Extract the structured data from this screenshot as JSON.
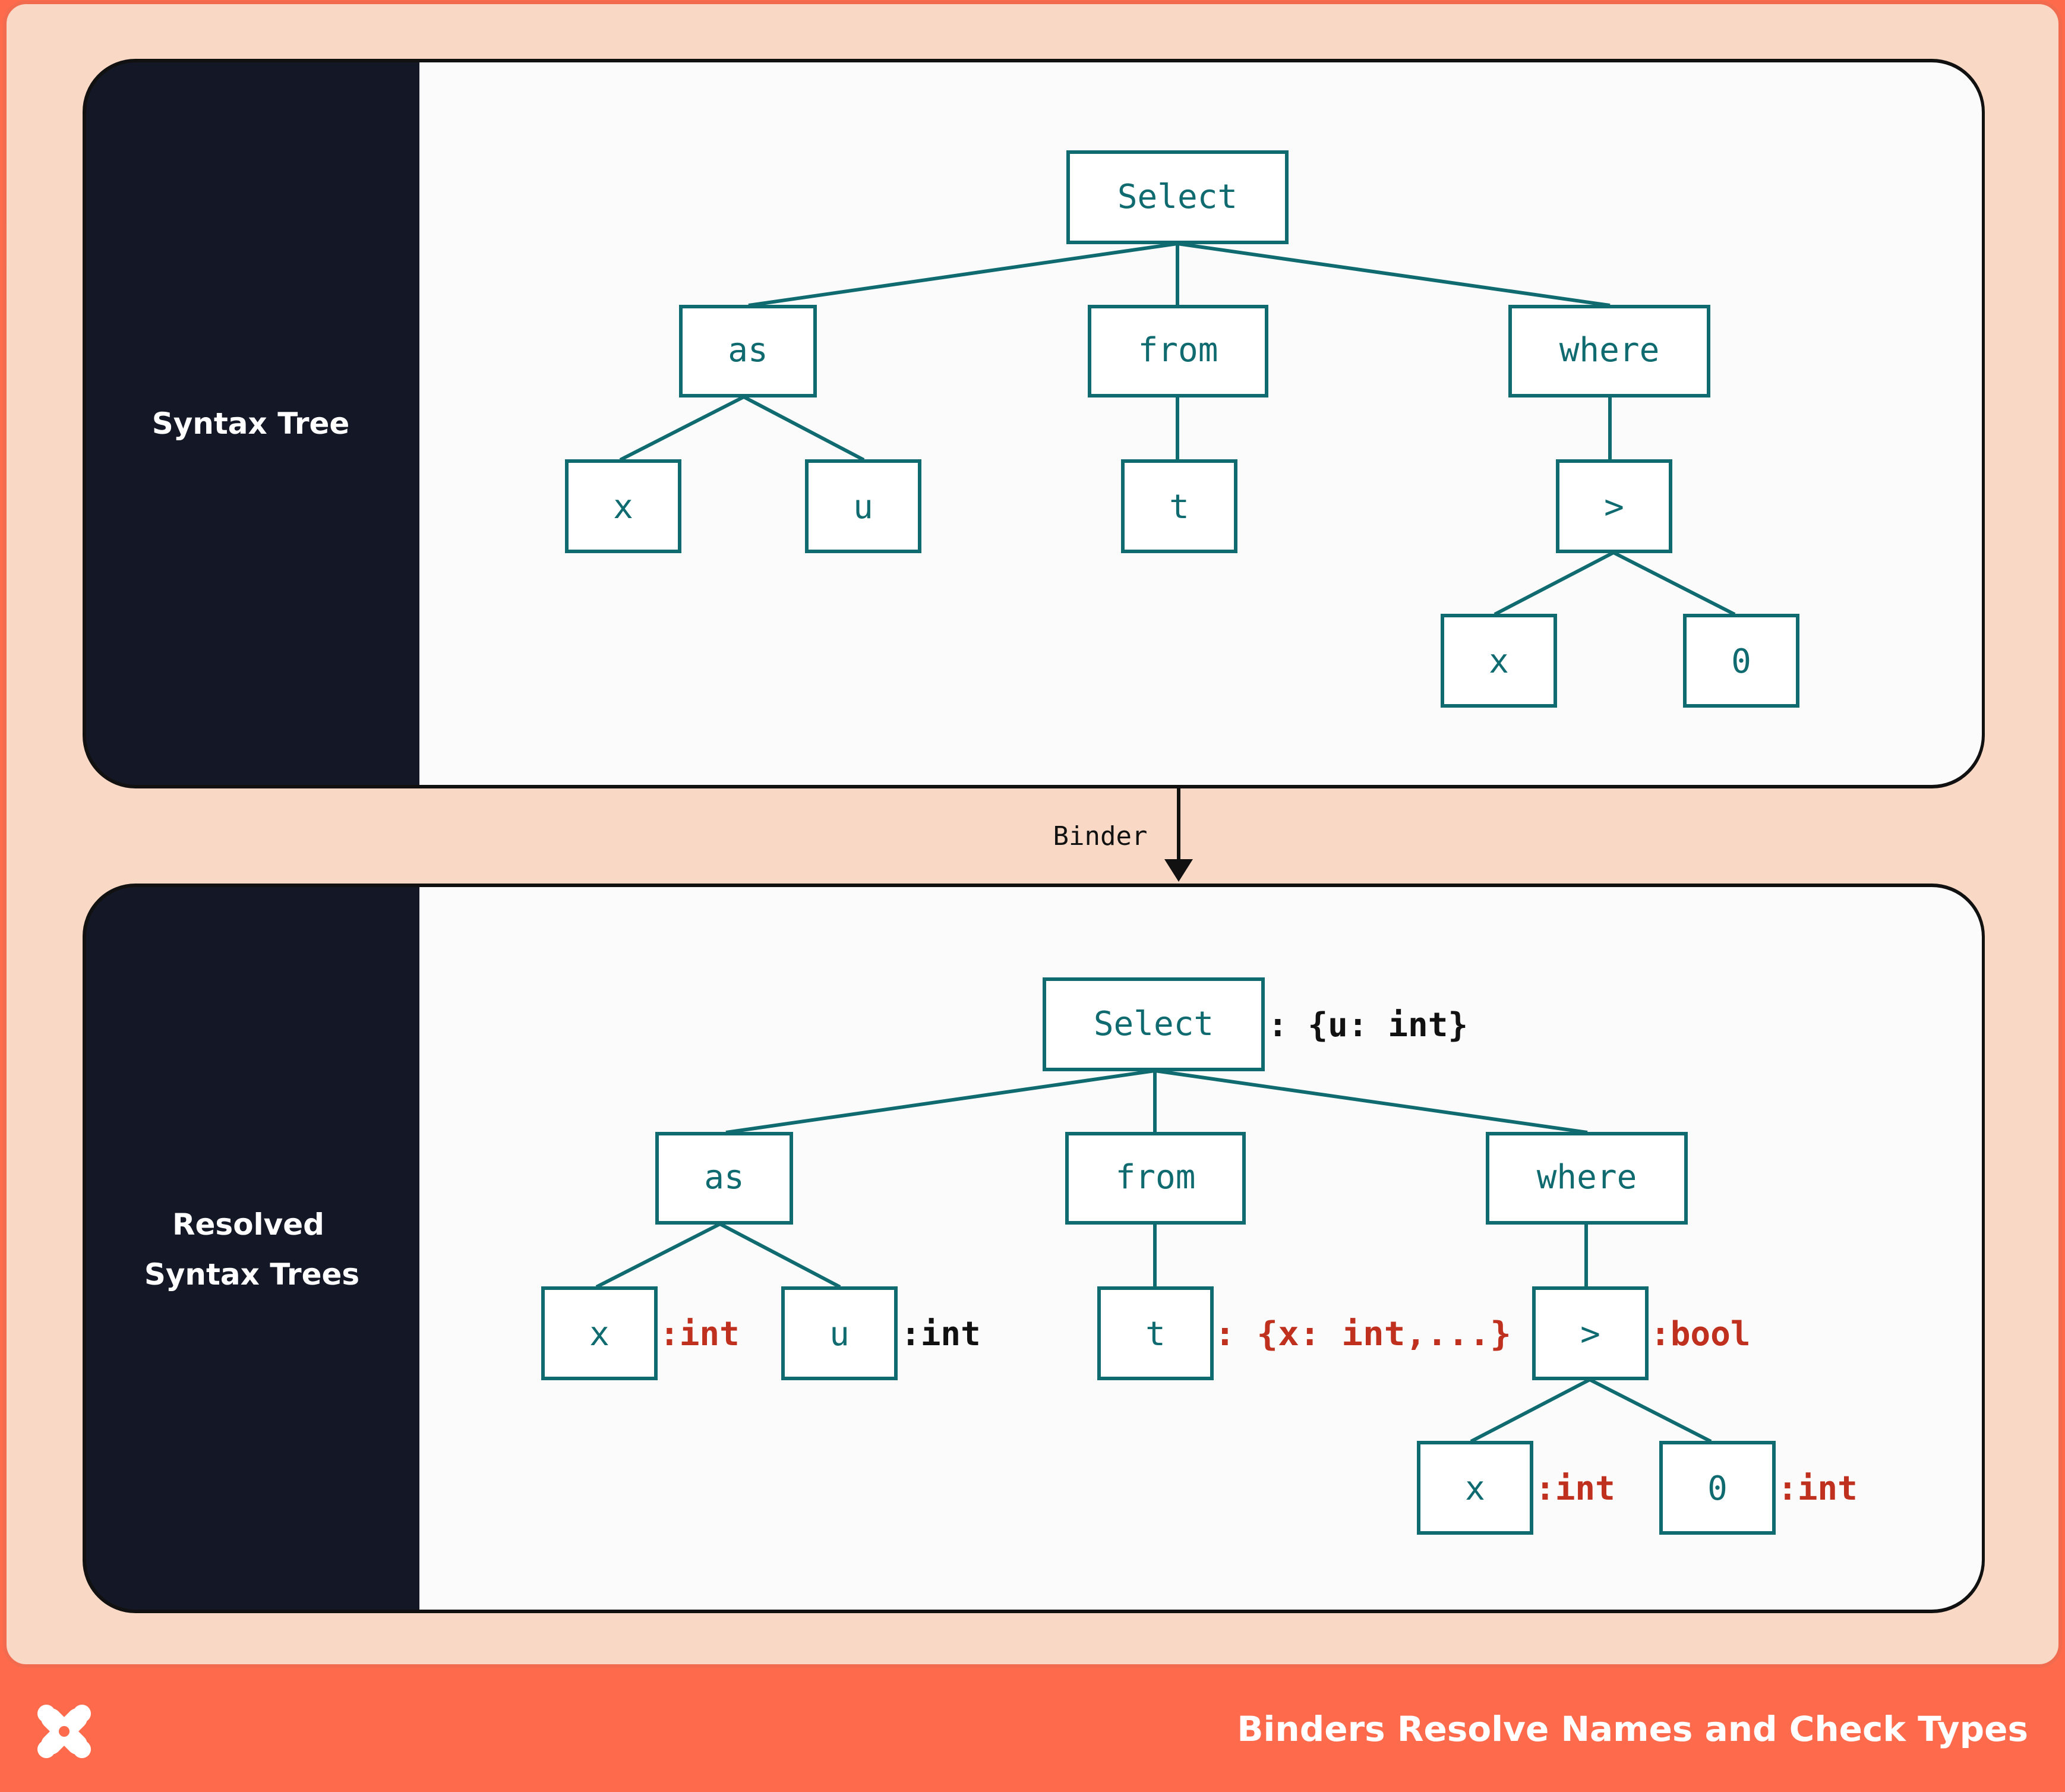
{
  "top_panel": {
    "label": "Syntax Tree",
    "nodes": {
      "select": "Select",
      "as": "as",
      "from": "from",
      "where": "where",
      "x": "x",
      "u": "u",
      "t": "t",
      "gt": ">",
      "x2": "x",
      "zero": "0"
    }
  },
  "arrow": {
    "label": "Binder"
  },
  "bottom_panel": {
    "label_line1": "Resolved",
    "label_line2": "Syntax Trees",
    "nodes": {
      "select": "Select",
      "as": "as",
      "from": "from",
      "where": "where",
      "x": "x",
      "u": "u",
      "t": "t",
      "gt": ">",
      "x2": "x",
      "zero": "0"
    },
    "annotations": {
      "select": ": {u: int}",
      "x": ":int",
      "u": ":int",
      "t": ": {x: int,...}",
      "gt": ":bool",
      "x2": ":int",
      "zero": ":int"
    }
  },
  "footer": {
    "title": "Binders Resolve Names and Check Types",
    "logo": "x-logo-icon"
  },
  "colors": {
    "background": "#f9d9c5",
    "border": "#f26b4f",
    "footer": "#fe6a4c",
    "panel_dark": "#141826",
    "panel_light": "#fbfbfb",
    "node_teal": "#0f6b70",
    "annotation_red": "#c0301e"
  }
}
